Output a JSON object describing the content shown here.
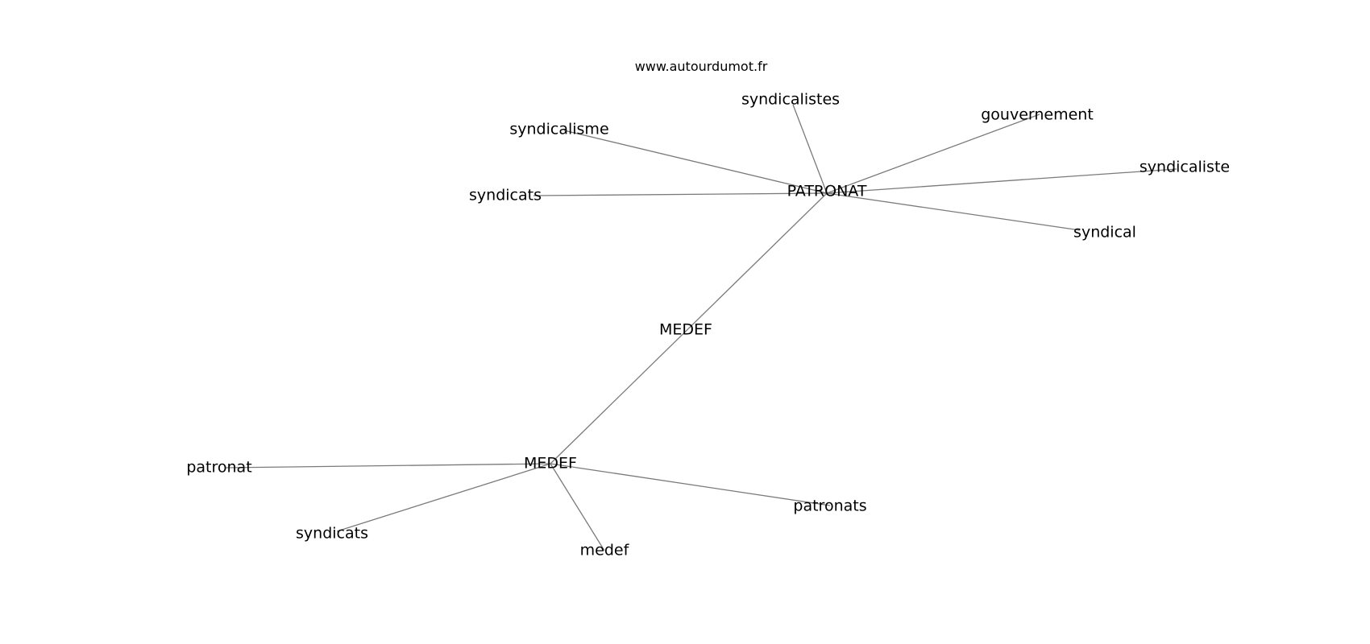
{
  "watermark": "www.autourdumot.fr",
  "graph": {
    "nodes": [
      {
        "id": "patronat-hub",
        "label": "PATRONAT"
      },
      {
        "id": "medef-bridge",
        "label": "MEDEF"
      },
      {
        "id": "medef-hub",
        "label": "MEDEF"
      },
      {
        "id": "syndicalistes",
        "label": "syndicalistes"
      },
      {
        "id": "syndicalisme",
        "label": "syndicalisme"
      },
      {
        "id": "gouvernement",
        "label": "gouvernement"
      },
      {
        "id": "syndicaliste",
        "label": "syndicaliste"
      },
      {
        "id": "syndicats-top",
        "label": "syndicats"
      },
      {
        "id": "syndical",
        "label": "syndical"
      },
      {
        "id": "patronat",
        "label": "patronat"
      },
      {
        "id": "syndicats-bottom",
        "label": "syndicats"
      },
      {
        "id": "medef",
        "label": "medef"
      },
      {
        "id": "patronats",
        "label": "patronats"
      }
    ],
    "edges": [
      [
        "patronat-hub",
        "syndicalistes"
      ],
      [
        "patronat-hub",
        "syndicalisme"
      ],
      [
        "patronat-hub",
        "gouvernement"
      ],
      [
        "patronat-hub",
        "syndicaliste"
      ],
      [
        "patronat-hub",
        "syndicats-top"
      ],
      [
        "patronat-hub",
        "syndical"
      ],
      [
        "patronat-hub",
        "medef-hub"
      ],
      [
        "medef-hub",
        "patronat"
      ],
      [
        "medef-hub",
        "syndicats-bottom"
      ],
      [
        "medef-hub",
        "medef"
      ],
      [
        "medef-hub",
        "patronats"
      ]
    ]
  }
}
